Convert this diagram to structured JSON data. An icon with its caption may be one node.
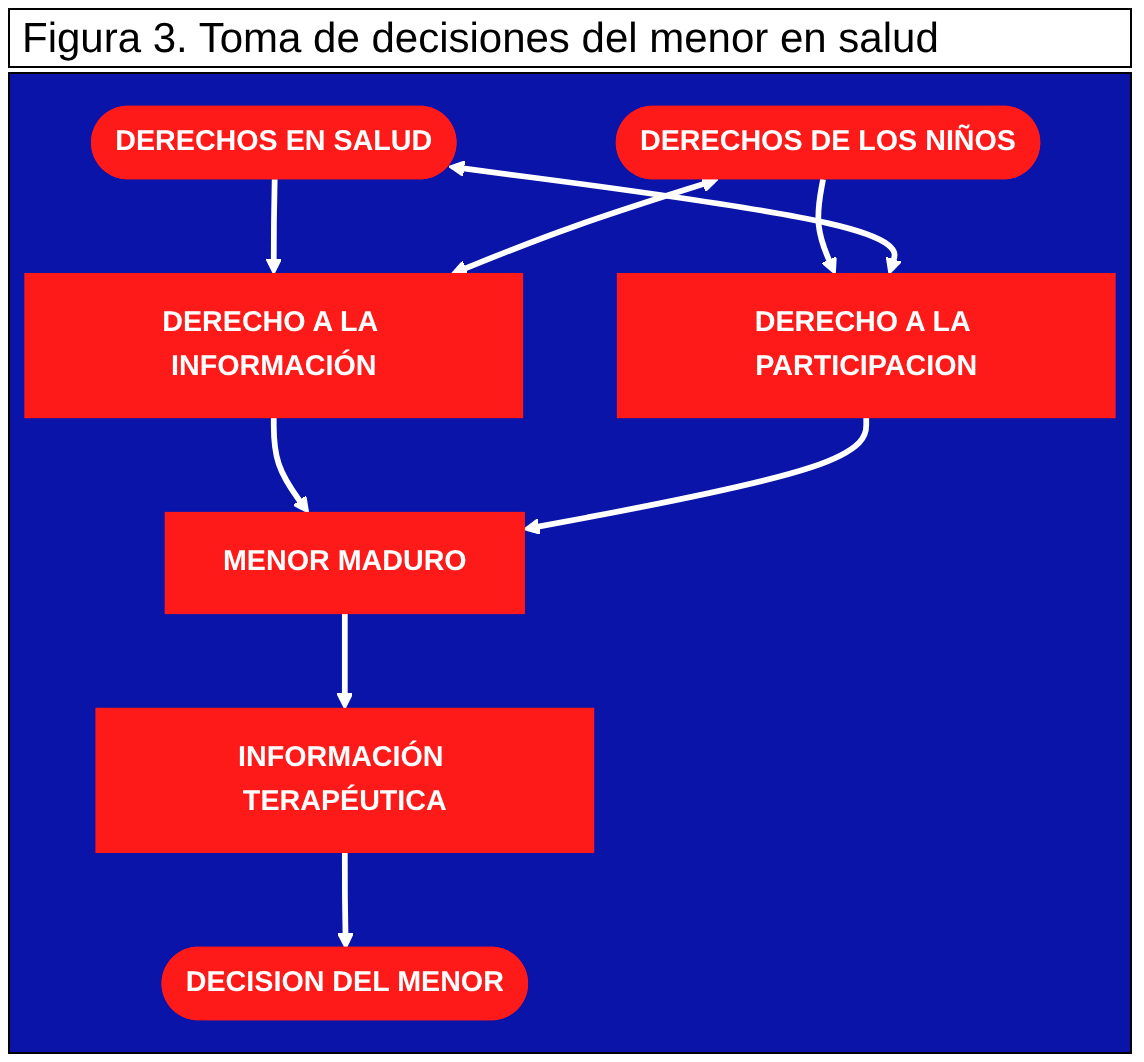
{
  "diagram": {
    "title": "Figura 3. Toma de decisiones del menor en salud",
    "nodes": [
      {
        "text": [
          "DERECHOS EN SALUD"
        ]
      },
      {
        "text": [
          "DERECHOS DE LOS NIÑOS"
        ]
      },
      {
        "text": [
          "DERECHO A LA INFORMACIÓN"
        ]
      },
      {
        "text": [
          "DERECHO A LA PARTICIPACION"
        ]
      },
      {
        "text": [
          "MENOR MADURO"
        ]
      },
      {
        "text": [
          "INFORMACIÓN TERAPÉUTICA"
        ]
      },
      {
        "text": [
          "DECISION DEL MENOR"
        ]
      }
    ],
    "edges": [
      {
        "from": 0,
        "to": 2,
        "arrow": "to"
      },
      {
        "from": 1,
        "to": 3,
        "arrow": "to"
      },
      {
        "from": 0,
        "to": 3,
        "arrow": "both"
      },
      {
        "from": 1,
        "to": 2,
        "arrow": "both"
      },
      {
        "from": 2,
        "to": 4,
        "arrow": "to"
      },
      {
        "from": 3,
        "to": 4,
        "arrow": "to"
      },
      {
        "from": 4,
        "to": 5,
        "arrow": "to"
      },
      {
        "from": 5,
        "to": 6,
        "arrow": "to"
      }
    ]
  }
}
